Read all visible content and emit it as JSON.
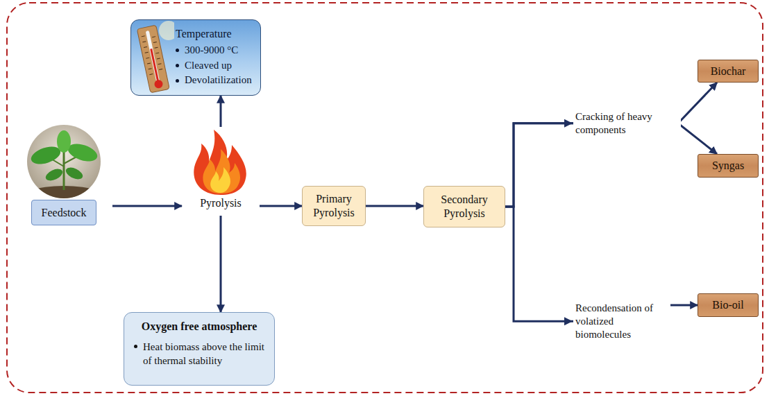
{
  "diagram": {
    "nodes": [
      {
        "text": [
          "Temperature",
          "300-9000 °C",
          "Cleaved up",
          "Devolatilization"
        ]
      },
      {
        "text": [
          "Feedstock"
        ]
      },
      {
        "text": [
          "Pyrolysis"
        ]
      },
      {
        "text": [
          "Primary Pyrolysis"
        ]
      },
      {
        "text": [
          "Secondary Pyrolysis"
        ]
      },
      {
        "text": [
          "Oxygen free atmosphere",
          "Heat biomass above the limit of thermal stability"
        ]
      },
      {
        "text": [
          "Biochar"
        ]
      },
      {
        "text": [
          "Syngas"
        ]
      },
      {
        "text": [
          "Bio-oil"
        ]
      }
    ],
    "edges": [
      {
        "from": 1,
        "to": 2,
        "arrow": "to"
      },
      {
        "from": 2,
        "to": 0,
        "arrow": "to"
      },
      {
        "from": 2,
        "to": 5,
        "arrow": "to"
      },
      {
        "from": 2,
        "to": 3,
        "arrow": "to"
      },
      {
        "from": 3,
        "to": 4,
        "arrow": "to"
      },
      {
        "from": 4,
        "to": 6,
        "arrow": "to",
        "label": "Cracking of heavy components"
      },
      {
        "from": 4,
        "to": 7,
        "arrow": "to"
      },
      {
        "from": 4,
        "to": 8,
        "arrow": "to",
        "label": "Recondensation of volatized biomolecules"
      }
    ]
  }
}
